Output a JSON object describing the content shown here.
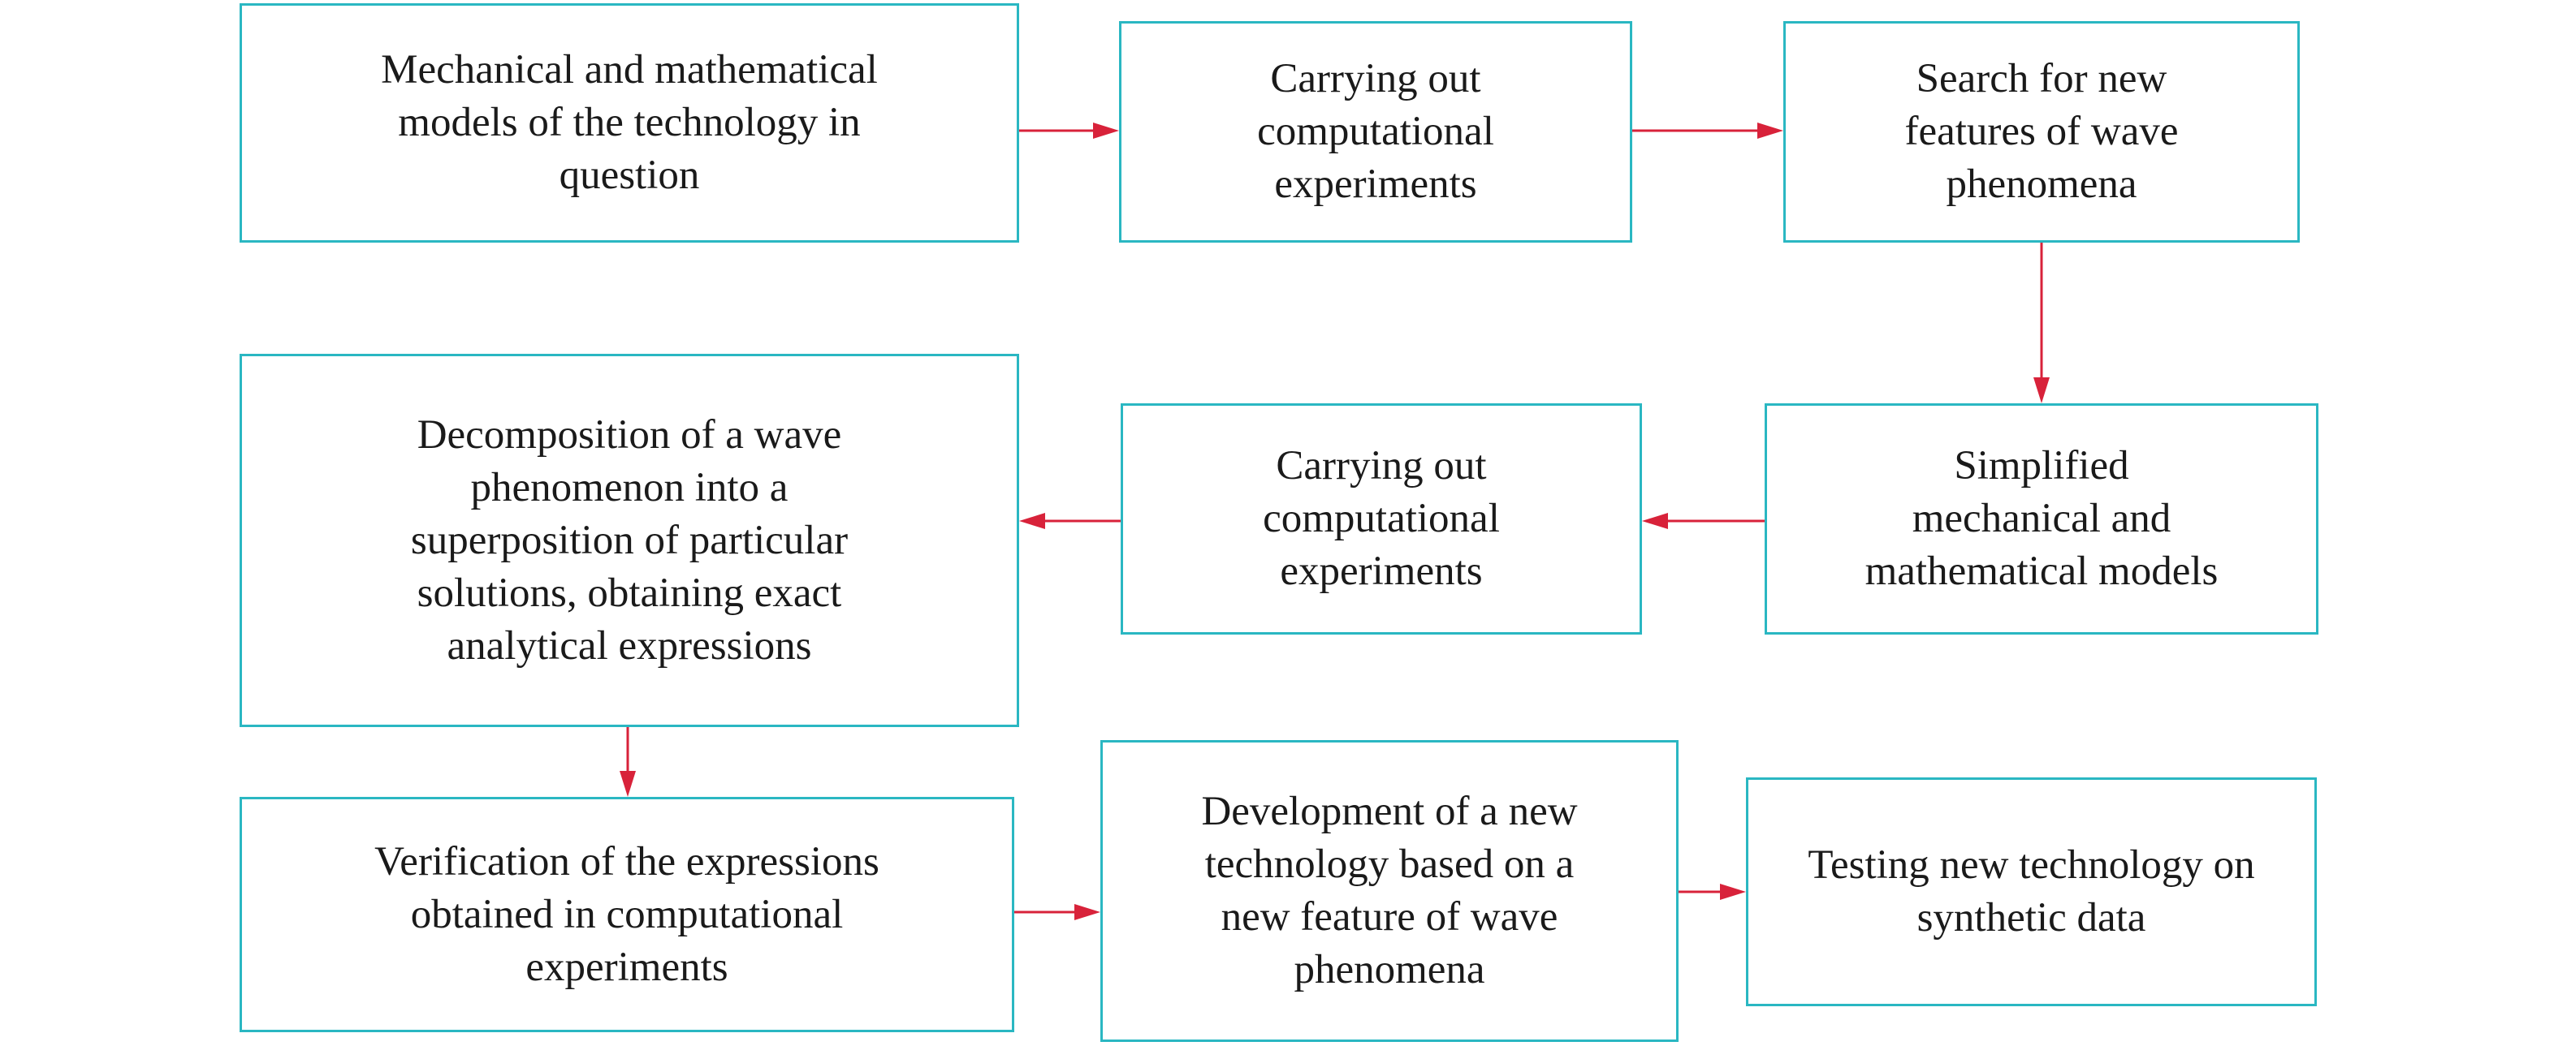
{
  "nodes": {
    "n1": "Mechanical and mathematical\nmodels of the technology in\nquestion",
    "n2": "Carrying out\ncomputational\nexperiments",
    "n3": "Search for new\nfeatures of wave\nphenomena",
    "n4": "Simplified\nmechanical and\nmathematical models",
    "n5": "Carrying out\ncomputational\nexperiments",
    "n6": "Decomposition of a wave\nphenomenon into a\nsuperposition of particular\nsolutions, obtaining exact\nanalytical expressions",
    "n7": "Verification of the expressions\nobtained in computational\nexperiments",
    "n8": "Development of a new\ntechnology based on a\nnew feature of wave\nphenomena",
    "n9": "Testing new technology on\nsynthetic data"
  },
  "edges": [
    [
      "n1",
      "n2"
    ],
    [
      "n2",
      "n3"
    ],
    [
      "n3",
      "n4"
    ],
    [
      "n4",
      "n5"
    ],
    [
      "n5",
      "n6"
    ],
    [
      "n6",
      "n7"
    ],
    [
      "n7",
      "n8"
    ],
    [
      "n8",
      "n9"
    ]
  ],
  "colors": {
    "box_border": "#2ab7c2",
    "arrow": "#d8223a",
    "text": "#1a1a1a"
  }
}
